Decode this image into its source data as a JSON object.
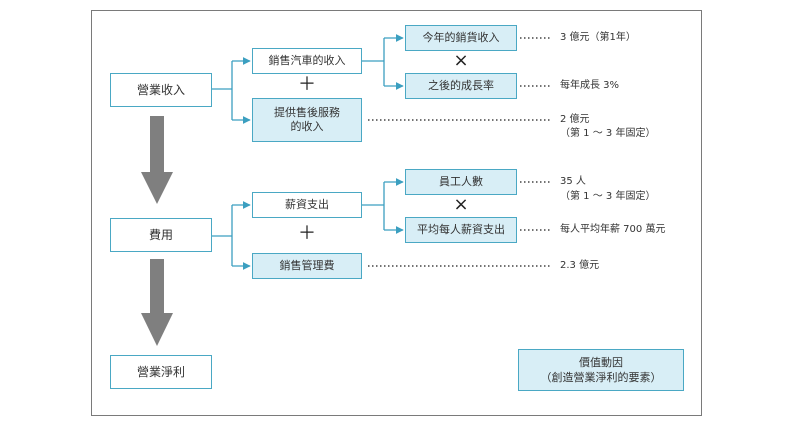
{
  "nodes": {
    "revenue": "營業收入",
    "costs": "費用",
    "profit": "營業淨利",
    "car_sales_revenue": "銷售汽車的收入",
    "aftersales_revenue_line1": "提供售後服務",
    "aftersales_revenue_line2": "的收入",
    "this_year_sales": "今年的銷貨收入",
    "growth_rate": "之後的成長率",
    "salary_expense": "薪資支出",
    "sga_expense": "銷售管理費",
    "employee_count": "員工人數",
    "avg_salary": "平均每人薪資支出"
  },
  "operators": {
    "revenue_times": "×",
    "revenue_plus": "＋",
    "costs_times": "×",
    "costs_plus": "＋"
  },
  "values": {
    "this_year_sales": "3 億元（第1年）",
    "growth_rate": "每年成長 3%",
    "aftersales_line1": "2 億元",
    "aftersales_line2": "（第 1 ～ 3 年固定）",
    "employee_line1": "35 人",
    "employee_line2": "（第 1 ～ 3 年固定）",
    "avg_salary": "每人平均年薪 700 萬元",
    "sga": "2.3 億元"
  },
  "legend": {
    "line1": "價值動因",
    "line2": "（創造營業淨利的要素）"
  },
  "colors": {
    "box_border": "#4aa8c4",
    "leaf_fill": "#d8eef6",
    "connector": "#3b9fc0",
    "big_arrow": "#7f7f7f",
    "dotted": "#444444"
  }
}
